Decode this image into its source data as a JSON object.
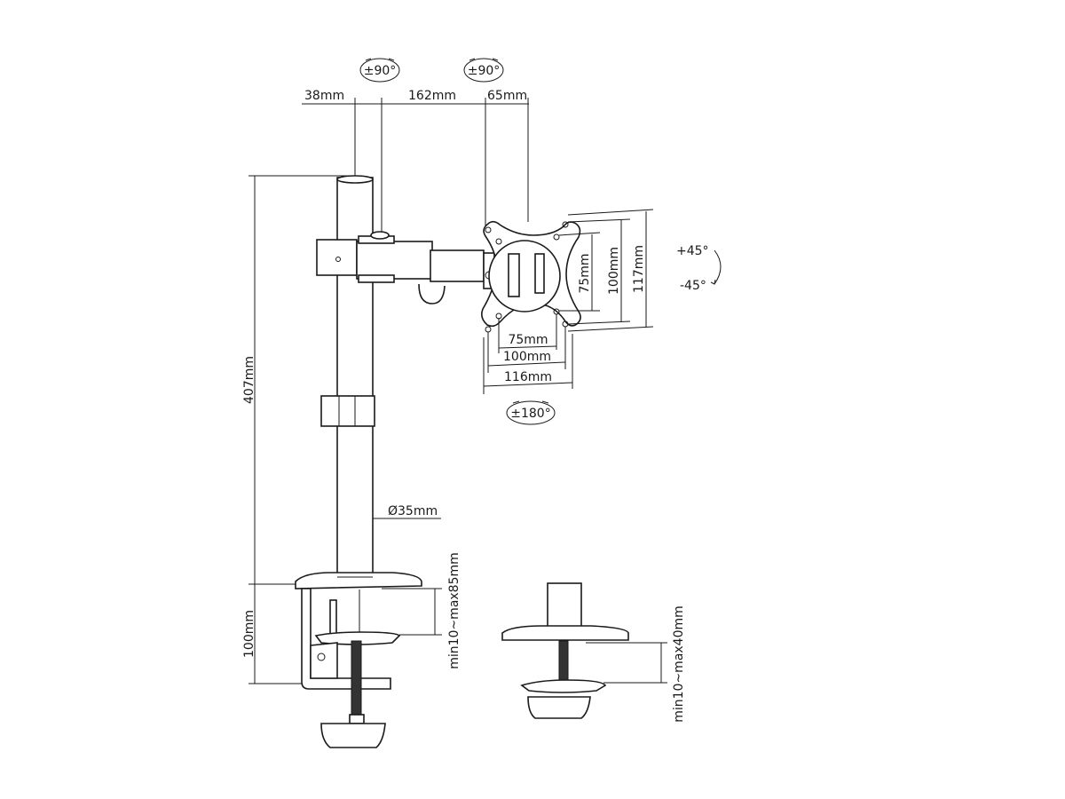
{
  "rotation_labels": {
    "arm_joint_1": "±90°",
    "arm_joint_2": "±90°",
    "vesa_rotation": "±180°",
    "tilt_up": "+45°",
    "tilt_down": "-45°"
  },
  "dimensions": {
    "pole_offset": "38mm",
    "arm_length": "162mm",
    "head_length": "65mm",
    "pole_height": "407mm",
    "pole_diameter": "Ø35mm",
    "clamp_height": "100mm",
    "clamp_range": "min10~max85mm",
    "grommet_range": "min10~max40mm",
    "vesa_v_small": "75mm",
    "vesa_v_large": "100mm",
    "plate_height": "117mm",
    "vesa_h_small": "75mm",
    "vesa_h_large": "100mm",
    "plate_width": "116mm"
  }
}
